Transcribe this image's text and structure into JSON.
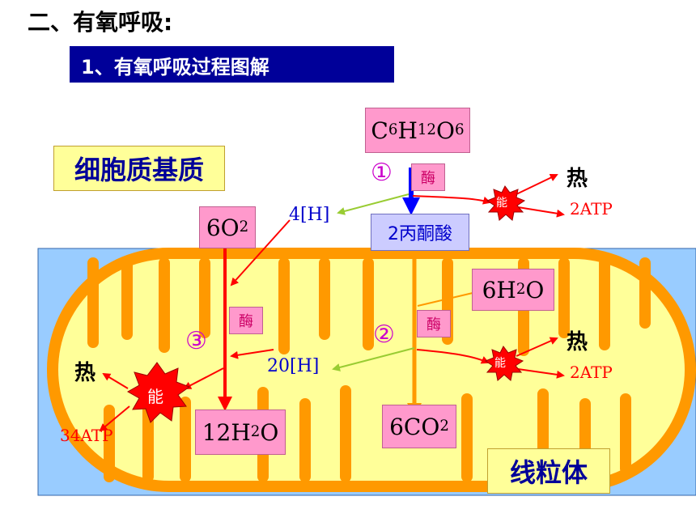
{
  "heading": "二、有氧呼吸:",
  "subtitle": "1、有氧呼吸过程图解",
  "regions": {
    "cytoplasm": "细胞质基质",
    "mitochondrion": "线粒体"
  },
  "molecules": {
    "glucose": {
      "base": "C",
      "s1": "6",
      "m1": "H",
      "s2": "12",
      "m2": "O",
      "s3": "6"
    },
    "pyruvate": "2丙酮酸",
    "oxygen": {
      "base": "6O",
      "sub": "2"
    },
    "water_in": {
      "base": "6H",
      "sub": "2",
      "tail": "O"
    },
    "water_out": {
      "base": "12H",
      "sub": "2",
      "tail": "O"
    },
    "co2": {
      "base": "6CO",
      "sub": "2"
    }
  },
  "hydrogen": {
    "stage1": "4[H]",
    "stage2": "20[H]"
  },
  "stages": {
    "s1": "①",
    "s2": "②",
    "s3": "③"
  },
  "enzyme_label": "酶",
  "energy_label": "能",
  "heat_label": "热",
  "atp": {
    "stage1": "2ATP",
    "stage2": "2ATP",
    "stage3": "34ATP"
  },
  "colors": {
    "matrix_blue": "#99ccff",
    "mito_outer": "#ff9900",
    "mito_inner": "#ffff99",
    "arrow_red": "#ff0000",
    "arrow_blue": "#0000ff",
    "arrow_green": "#99cc33",
    "arrow_orange": "#ff9900"
  }
}
